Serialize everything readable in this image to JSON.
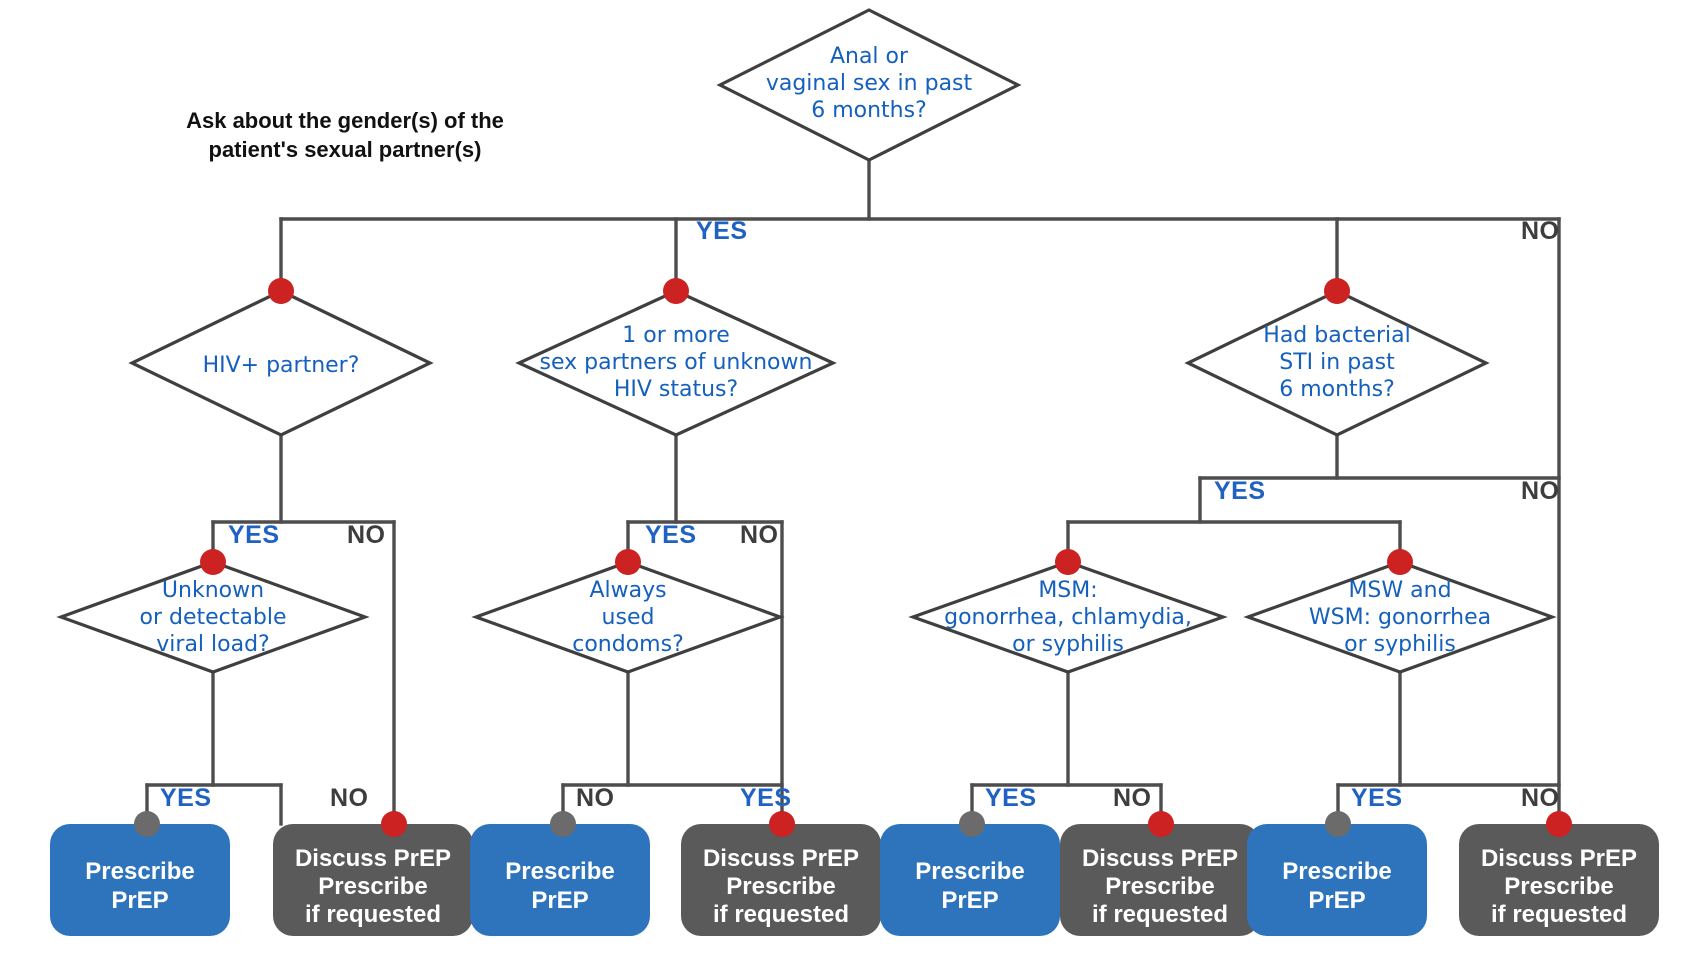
{
  "page": {
    "title": "PrEP eligibility decision flowchart",
    "instruction_line1": "Ask about the gender(s) of the",
    "instruction_line2": "patient's sexual partner(s)"
  },
  "colors": {
    "diamond_text": "#1560bd",
    "yes_label": "#1f62c4",
    "no_label": "#3d3d3d",
    "line": "#4d4d4d",
    "dot_red": "#cc2222",
    "dot_gray": "#6b6b6b",
    "box_blue": "#2d74bc",
    "box_gray": "#5a5a5a",
    "box_text": "#ffffff",
    "background": "#ffffff"
  },
  "labels": {
    "yes": "YES",
    "no": "NO"
  },
  "decisions": [
    {
      "id": "root",
      "lines": [
        "Anal or",
        "vaginal sex in past",
        "6 months?"
      ]
    },
    {
      "id": "hiv-partner",
      "lines": [
        "HIV+ partner?"
      ]
    },
    {
      "id": "unknown-status",
      "lines": [
        "1 or more",
        "sex partners of unknown",
        "HIV status?"
      ]
    },
    {
      "id": "bacterial-sti",
      "lines": [
        "Had bacterial",
        "STI in past",
        "6 months?"
      ]
    },
    {
      "id": "viral-load",
      "lines": [
        "Unknown",
        "or detectable",
        "viral load?"
      ]
    },
    {
      "id": "condoms",
      "lines": [
        "Always",
        "used",
        "condoms?"
      ]
    },
    {
      "id": "msm",
      "lines": [
        "MSM:",
        "gonorrhea, chlamydia,",
        "or syphilis"
      ]
    },
    {
      "id": "msw-wsm",
      "lines": [
        "MSW and",
        "WSM: gonorrhea",
        "or syphilis"
      ]
    }
  ],
  "outcomes": [
    {
      "id": "outcome-1",
      "kind": "prescribe",
      "lines": [
        "Prescribe",
        "PrEP"
      ]
    },
    {
      "id": "outcome-2",
      "kind": "discuss",
      "lines": [
        "Discuss PrEP",
        "Prescribe",
        "if requested"
      ]
    },
    {
      "id": "outcome-3",
      "kind": "prescribe",
      "lines": [
        "Prescribe",
        "PrEP"
      ]
    },
    {
      "id": "outcome-4",
      "kind": "discuss",
      "lines": [
        "Discuss PrEP",
        "Prescribe",
        "if requested"
      ]
    },
    {
      "id": "outcome-5",
      "kind": "prescribe",
      "lines": [
        "Prescribe",
        "PrEP"
      ]
    },
    {
      "id": "outcome-6",
      "kind": "discuss",
      "lines": [
        "Discuss PrEP",
        "Prescribe",
        "if requested"
      ]
    },
    {
      "id": "outcome-7",
      "kind": "prescribe",
      "lines": [
        "Prescribe",
        "PrEP"
      ]
    },
    {
      "id": "outcome-8",
      "kind": "discuss",
      "lines": [
        "Discuss PrEP",
        "Prescribe",
        "if requested"
      ]
    }
  ],
  "branch_labels": [
    {
      "id": "root-yes",
      "text": "YES",
      "kind": "yes"
    },
    {
      "id": "root-no",
      "text": "NO",
      "kind": "no"
    },
    {
      "id": "hiv-yes",
      "text": "YES",
      "kind": "yes"
    },
    {
      "id": "hiv-no",
      "text": "NO",
      "kind": "no"
    },
    {
      "id": "unknown-yes",
      "text": "YES",
      "kind": "yes"
    },
    {
      "id": "unknown-no",
      "text": "NO",
      "kind": "no"
    },
    {
      "id": "sti-yes",
      "text": "YES",
      "kind": "yes"
    },
    {
      "id": "sti-no",
      "text": "NO",
      "kind": "no"
    },
    {
      "id": "viral-yes",
      "text": "YES",
      "kind": "yes"
    },
    {
      "id": "viral-no",
      "text": "NO",
      "kind": "no"
    },
    {
      "id": "condoms-no",
      "text": "NO",
      "kind": "no"
    },
    {
      "id": "condoms-yes",
      "text": "YES",
      "kind": "yes"
    },
    {
      "id": "msm-yes",
      "text": "YES",
      "kind": "yes"
    },
    {
      "id": "msm-no",
      "text": "NO",
      "kind": "no"
    },
    {
      "id": "mswwsm-yes",
      "text": "YES",
      "kind": "yes"
    },
    {
      "id": "mswwsm-no",
      "text": "NO",
      "kind": "no"
    }
  ]
}
